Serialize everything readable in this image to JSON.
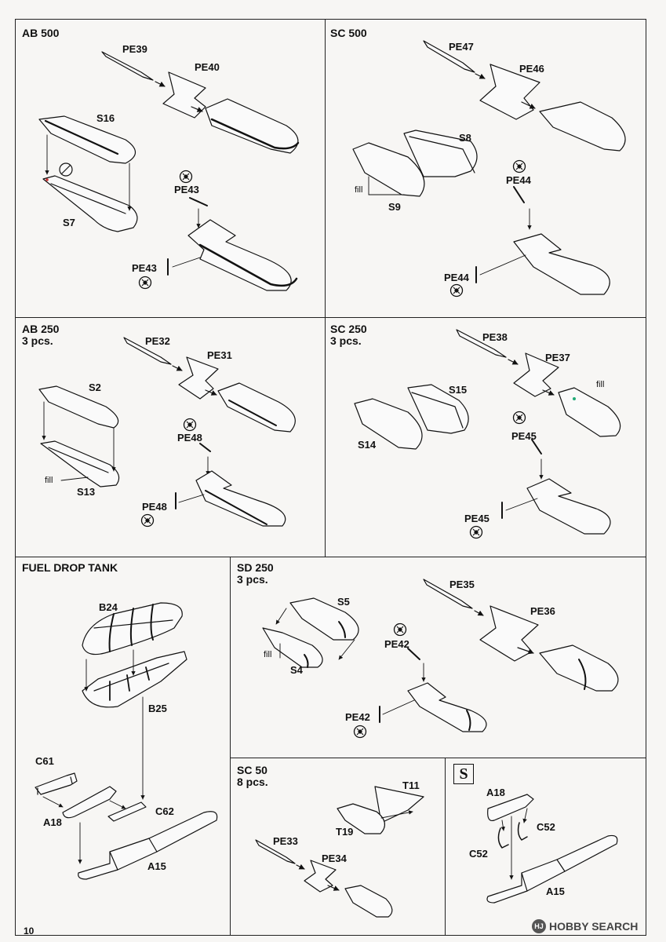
{
  "page_number": "10",
  "panels": {
    "ab500": {
      "title": "AB 500",
      "labels": {
        "pe39": "PE39",
        "pe40": "PE40",
        "s16": "S16",
        "s7": "S7",
        "pe43a": "PE43",
        "pe43b": "PE43"
      }
    },
    "sc500": {
      "title": "SC 500",
      "labels": {
        "pe47": "PE47",
        "pe46": "PE46",
        "s8": "S8",
        "s9": "S9",
        "fill": "fill",
        "pe44a": "PE44",
        "pe44b": "PE44"
      }
    },
    "ab250": {
      "title": "AB 250\n3 pcs.",
      "labels": {
        "pe32": "PE32",
        "pe31": "PE31",
        "s2": "S2",
        "s13": "S13",
        "fill": "fill",
        "pe48a": "PE48",
        "pe48b": "PE48"
      }
    },
    "sc250": {
      "title": "SC 250\n3 pcs.",
      "labels": {
        "pe38": "PE38",
        "pe37": "PE37",
        "fill": "fill",
        "s15": "S15",
        "s14": "S14",
        "pe45a": "PE45",
        "pe45b": "PE45"
      }
    },
    "fuel": {
      "title": "FUEL DROP TANK",
      "labels": {
        "b24": "B24",
        "b25": "B25",
        "c61": "C61",
        "a18": "A18",
        "c62": "C62",
        "a15": "A15"
      }
    },
    "sd250": {
      "title": "SD 250\n3 pcs.",
      "labels": {
        "s5": "S5",
        "fill": "fill",
        "s4": "S4",
        "pe35": "PE35",
        "pe36": "PE36",
        "pe42a": "PE42",
        "pe42b": "PE42"
      }
    },
    "sc50": {
      "title": "SC 50\n8 pcs.",
      "labels": {
        "t11": "T11",
        "t19": "T19",
        "pe33": "PE33",
        "pe34": "PE34"
      }
    },
    "s_option": {
      "badge": "S",
      "labels": {
        "a18": "A18",
        "c52a": "C52",
        "c52b": "C52",
        "a15": "A15"
      }
    }
  },
  "watermark": {
    "icon": "HJ",
    "text": "HOBBY SEARCH"
  }
}
